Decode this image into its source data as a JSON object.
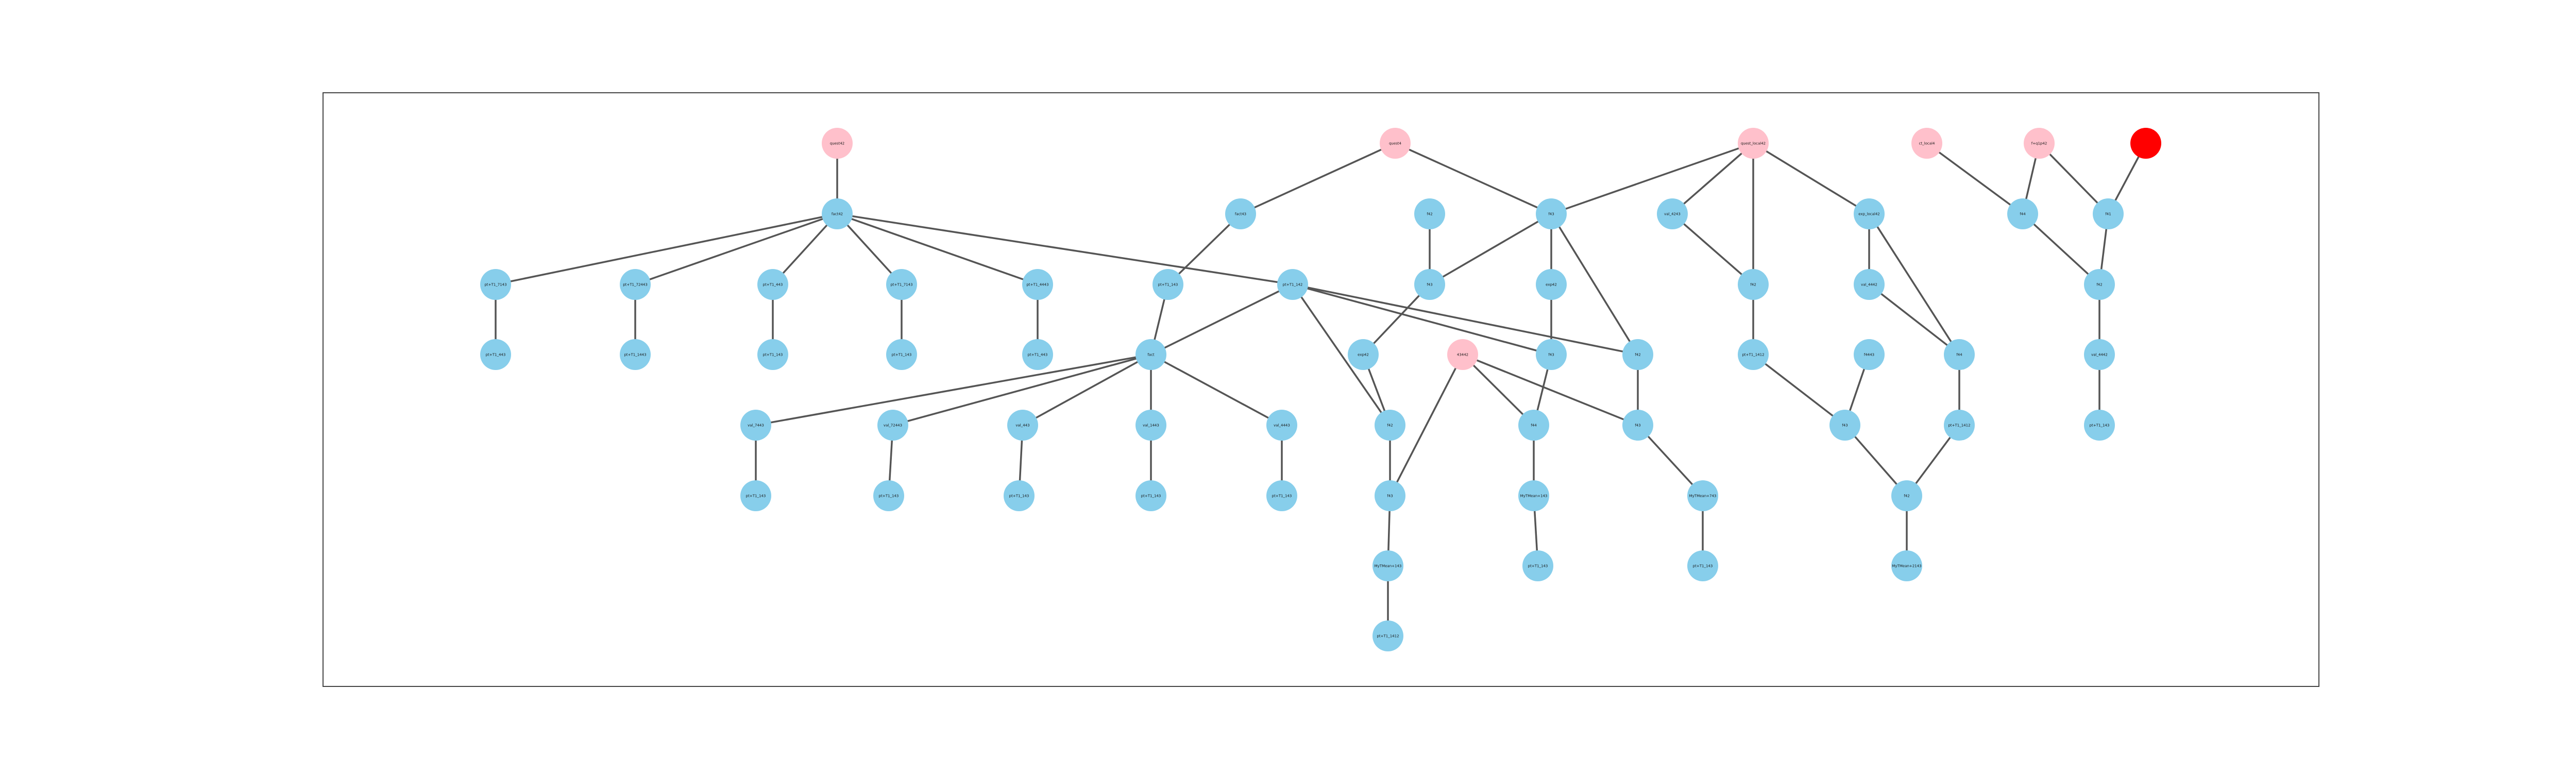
{
  "colors": {
    "regular": "#87ceeb",
    "source": "#ffc0cb",
    "highlight": "#ff0000",
    "edge": "#555555"
  },
  "nodes": [
    {
      "id": "a1",
      "label": "quest42",
      "kind": "source"
    },
    {
      "id": "a2",
      "label": "quest4",
      "kind": "source"
    },
    {
      "id": "a3",
      "label": "quest_local42",
      "kind": "source"
    },
    {
      "id": "a4",
      "label": "ct_local4",
      "kind": "source"
    },
    {
      "id": "a5",
      "label": "f+q1p42",
      "kind": "source"
    },
    {
      "id": "a6",
      "label": "",
      "kind": "highlight"
    },
    {
      "id": "b1",
      "label": "fact42",
      "kind": "regular"
    },
    {
      "id": "b2",
      "label": "fact43",
      "kind": "regular"
    },
    {
      "id": "b3",
      "label": "f42",
      "kind": "regular"
    },
    {
      "id": "b4",
      "label": "f43",
      "kind": "regular"
    },
    {
      "id": "b5",
      "label": "val_4243",
      "kind": "regular"
    },
    {
      "id": "b6",
      "label": "exp_local42",
      "kind": "regular"
    },
    {
      "id": "b7",
      "label": "f44",
      "kind": "regular"
    },
    {
      "id": "b8",
      "label": "f41",
      "kind": "regular"
    },
    {
      "id": "c1",
      "label": "pt+T1_7143",
      "kind": "regular"
    },
    {
      "id": "c2",
      "label": "pt+T1_72443",
      "kind": "regular"
    },
    {
      "id": "c3",
      "label": "pt+T1_443",
      "kind": "regular"
    },
    {
      "id": "c4",
      "label": "pt+T1_7143",
      "kind": "regular"
    },
    {
      "id": "c5",
      "label": "pt+T1_4443",
      "kind": "regular"
    },
    {
      "id": "c6",
      "label": "pt+T1_143",
      "kind": "regular"
    },
    {
      "id": "c7",
      "label": "pt+T1_142",
      "kind": "regular"
    },
    {
      "id": "c8",
      "label": "f43",
      "kind": "regular"
    },
    {
      "id": "c9",
      "label": "exp42",
      "kind": "regular"
    },
    {
      "id": "c10",
      "label": "f42",
      "kind": "regular"
    },
    {
      "id": "c11",
      "label": "val_4442",
      "kind": "regular"
    },
    {
      "id": "c12",
      "label": "f42",
      "kind": "regular"
    },
    {
      "id": "d1",
      "label": "pt+T1_443",
      "kind": "regular"
    },
    {
      "id": "d2",
      "label": "pt+T1_1443",
      "kind": "regular"
    },
    {
      "id": "d3",
      "label": "pt+T1_143",
      "kind": "regular"
    },
    {
      "id": "d4",
      "label": "pt+T1_143",
      "kind": "regular"
    },
    {
      "id": "d5",
      "label": "pt+T1_443",
      "kind": "regular"
    },
    {
      "id": "d6",
      "label": "fact",
      "kind": "regular"
    },
    {
      "id": "d7",
      "label": "exp42",
      "kind": "regular"
    },
    {
      "id": "d8",
      "label": "43442",
      "kind": "source"
    },
    {
      "id": "d9",
      "label": "f43",
      "kind": "regular"
    },
    {
      "id": "d10",
      "label": "f42",
      "kind": "regular"
    },
    {
      "id": "d11",
      "label": "pt+T1_1412",
      "kind": "regular"
    },
    {
      "id": "d12",
      "label": "f4443",
      "kind": "regular"
    },
    {
      "id": "d13",
      "label": "f44",
      "kind": "regular"
    },
    {
      "id": "d14",
      "label": "val_4442",
      "kind": "regular"
    },
    {
      "id": "e1",
      "label": "val_7443",
      "kind": "regular"
    },
    {
      "id": "e2",
      "label": "val_72443",
      "kind": "regular"
    },
    {
      "id": "e3",
      "label": "val_443",
      "kind": "regular"
    },
    {
      "id": "e4",
      "label": "val_1443",
      "kind": "regular"
    },
    {
      "id": "e5",
      "label": "val_4443",
      "kind": "regular"
    },
    {
      "id": "e6",
      "label": "f42",
      "kind": "regular"
    },
    {
      "id": "e7",
      "label": "f44",
      "kind": "regular"
    },
    {
      "id": "e8",
      "label": "f43",
      "kind": "regular"
    },
    {
      "id": "e9",
      "label": "f43",
      "kind": "regular"
    },
    {
      "id": "e10",
      "label": "pt+T1_1412",
      "kind": "regular"
    },
    {
      "id": "e11",
      "label": "pt+T1_143",
      "kind": "regular"
    },
    {
      "id": "f1",
      "label": "pt+T1_143",
      "kind": "regular"
    },
    {
      "id": "f2",
      "label": "pt+T1_143",
      "kind": "regular"
    },
    {
      "id": "f3",
      "label": "pt+T1_143",
      "kind": "regular"
    },
    {
      "id": "f4",
      "label": "pt+T1_143",
      "kind": "regular"
    },
    {
      "id": "f5",
      "label": "pt+T1_143",
      "kind": "regular"
    },
    {
      "id": "f6",
      "label": "f43",
      "kind": "regular"
    },
    {
      "id": "f7",
      "label": "MyTMean+143",
      "kind": "regular"
    },
    {
      "id": "f8",
      "label": "MyTMean+743",
      "kind": "regular"
    },
    {
      "id": "f9",
      "label": "f42",
      "kind": "regular"
    },
    {
      "id": "g1",
      "label": "MyTMean+143",
      "kind": "regular"
    },
    {
      "id": "g2",
      "label": "pt+T1_143",
      "kind": "regular"
    },
    {
      "id": "g3",
      "label": "pt+T1_143",
      "kind": "regular"
    },
    {
      "id": "g4",
      "label": "MyTMean+2143",
      "kind": "regular"
    },
    {
      "id": "h1",
      "label": "pt+T1_1412",
      "kind": "regular"
    }
  ],
  "edges": [
    [
      "a1",
      "b1"
    ],
    [
      "b1",
      "c1"
    ],
    [
      "b1",
      "c2"
    ],
    [
      "b1",
      "c3"
    ],
    [
      "b1",
      "c4"
    ],
    [
      "b1",
      "c5"
    ],
    [
      "b1",
      "c7"
    ],
    [
      "c1",
      "d1"
    ],
    [
      "c2",
      "d2"
    ],
    [
      "c3",
      "d3"
    ],
    [
      "c4",
      "d4"
    ],
    [
      "c5",
      "d5"
    ],
    [
      "a2",
      "b2"
    ],
    [
      "a2",
      "b4"
    ],
    [
      "b2",
      "c6"
    ],
    [
      "c6",
      "d6"
    ],
    [
      "c7",
      "d6"
    ],
    [
      "c7",
      "e6"
    ],
    [
      "c7",
      "d9"
    ],
    [
      "c7",
      "d10"
    ],
    [
      "d6",
      "e1"
    ],
    [
      "d6",
      "e2"
    ],
    [
      "d6",
      "e3"
    ],
    [
      "d6",
      "e4"
    ],
    [
      "d6",
      "e5"
    ],
    [
      "e1",
      "f1"
    ],
    [
      "e2",
      "f2"
    ],
    [
      "e3",
      "f3"
    ],
    [
      "e4",
      "f4"
    ],
    [
      "e5",
      "f5"
    ],
    [
      "b3",
      "c8"
    ],
    [
      "b4",
      "c8"
    ],
    [
      "b4",
      "c9"
    ],
    [
      "b4",
      "d10"
    ],
    [
      "c8",
      "d7"
    ],
    [
      "d7",
      "e6"
    ],
    [
      "c9",
      "d9"
    ],
    [
      "d9",
      "e7"
    ],
    [
      "d8",
      "e7"
    ],
    [
      "d8",
      "f6"
    ],
    [
      "d8",
      "e8"
    ],
    [
      "d10",
      "e8"
    ],
    [
      "e8",
      "f8"
    ],
    [
      "f8",
      "g3"
    ],
    [
      "e6",
      "f6"
    ],
    [
      "f6",
      "g1"
    ],
    [
      "g1",
      "h1"
    ],
    [
      "e7",
      "f7"
    ],
    [
      "f7",
      "g2"
    ],
    [
      "a3",
      "b4"
    ],
    [
      "a3",
      "b5"
    ],
    [
      "a3",
      "c10"
    ],
    [
      "a3",
      "b6"
    ],
    [
      "b5",
      "c10"
    ],
    [
      "c10",
      "d11"
    ],
    [
      "d11",
      "e9"
    ],
    [
      "b6",
      "c11"
    ],
    [
      "b6",
      "d13"
    ],
    [
      "c11",
      "d13"
    ],
    [
      "d12",
      "e9"
    ],
    [
      "e9",
      "f9"
    ],
    [
      "d13",
      "e10"
    ],
    [
      "e10",
      "f9"
    ],
    [
      "f9",
      "g4"
    ],
    [
      "a4",
      "b7"
    ],
    [
      "a5",
      "b7"
    ],
    [
      "a5",
      "b8"
    ],
    [
      "a6",
      "b8"
    ],
    [
      "b7",
      "c12"
    ],
    [
      "b8",
      "c12"
    ],
    [
      "c12",
      "d14"
    ],
    [
      "d14",
      "e11"
    ]
  ]
}
